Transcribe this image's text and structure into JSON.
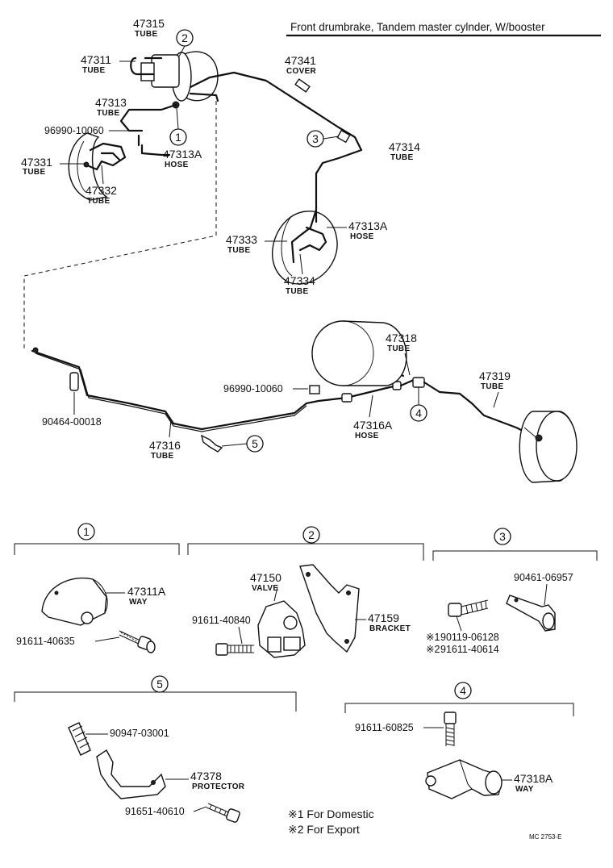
{
  "title": "Front drumbrake, Tandem master cylnder, W/booster",
  "parts": {
    "p47315": {
      "num": "47315",
      "label": "TUBE"
    },
    "p47311": {
      "num": "47311",
      "label": "TUBE"
    },
    "p47313": {
      "num": "47313",
      "label": "TUBE"
    },
    "p96990a": {
      "num": "96990-10060"
    },
    "p47331": {
      "num": "47331",
      "label": "TUBE"
    },
    "p47313A_1": {
      "num": "47313A",
      "label": "HOSE"
    },
    "p47332": {
      "num": "47332",
      "label": "TUBE"
    },
    "p47341": {
      "num": "47341",
      "label": "COVER"
    },
    "p47314": {
      "num": "47314",
      "label": "TUBE"
    },
    "p47333": {
      "num": "47333",
      "label": "TUBE"
    },
    "p47313A_2": {
      "num": "47313A",
      "label": "HOSE"
    },
    "p47334": {
      "num": "47334",
      "label": "TUBE"
    },
    "p47318": {
      "num": "47318",
      "label": "TUBE"
    },
    "p47319": {
      "num": "47319",
      "label": "TUBE"
    },
    "p96990b": {
      "num": "96990-10060"
    },
    "p90464": {
      "num": "90464-00018"
    },
    "p47316A": {
      "num": "47316A",
      "label": "HOSE"
    },
    "p47316": {
      "num": "47316",
      "label": "TUBE"
    },
    "p47311A": {
      "num": "47311A",
      "label": "WAY"
    },
    "p91611_40635": {
      "num": "91611-40635"
    },
    "p47150": {
      "num": "47150",
      "label": "VALVE"
    },
    "p91611_40840": {
      "num": "91611-40840"
    },
    "p47159": {
      "num": "47159",
      "label": "BRACKET"
    },
    "p90461": {
      "num": "90461-06957"
    },
    "p90119": {
      "num": "90119-06128"
    },
    "p91611_40614": {
      "num": "91611-40614"
    },
    "p90947": {
      "num": "90947-03001"
    },
    "p47378": {
      "num": "47378",
      "label": "PROTECTOR"
    },
    "p91651": {
      "num": "91651-40610"
    },
    "p91611_60825": {
      "num": "91611-60825"
    },
    "p47318A": {
      "num": "47318A",
      "label": "WAY"
    }
  },
  "callouts": {
    "c1": "1",
    "c2": "2",
    "c3": "3",
    "c4": "4",
    "c5": "5"
  },
  "marks": {
    "m1": "※1",
    "m2": "※2"
  },
  "notes": {
    "domestic": "※1 For Domestic",
    "export": "※2 For Export"
  },
  "code": "MC 2753-E"
}
